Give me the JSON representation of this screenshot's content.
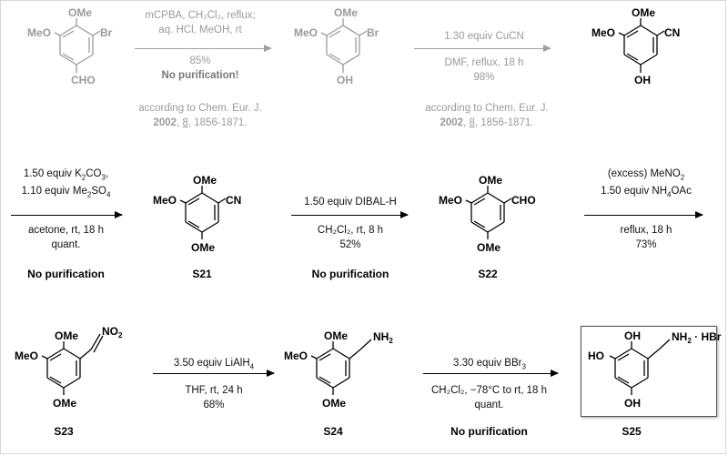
{
  "substituents": {
    "ome": "OMe",
    "meo": "MeO",
    "br": "Br",
    "cho": "CHO",
    "oh": "OH",
    "ho": "HO",
    "cn": "CN",
    "nh2": "NH",
    "no2": "NO",
    "sub2": "2",
    "hbr_tail": " · HBr"
  },
  "step1": {
    "line1": "mCPBA, CH₂Cl₂, reflux;",
    "line2": "aq. HCl, MeOH, rt",
    "yield": "85%",
    "note": "No purification!",
    "ref_pre": "according to Chem. Eur. J.",
    "ref_year": "2002",
    "ref_vol": "8",
    "ref_pages": ", 1856-1871."
  },
  "step2": {
    "line1": "1.30 equiv CuCN",
    "line2": "DMF, reflux, 18 h",
    "yield": "98%",
    "ref_pre": "according to Chem. Eur. J.",
    "ref_year": "2002",
    "ref_vol": "8",
    "ref_pages": ", 1856-1871."
  },
  "step3": {
    "line1a": "1.50 equiv K",
    "line1b": "CO",
    "line2a": "1.10 equiv Me",
    "line2b": "SO",
    "line3": "acetone, rt, 18 h",
    "yield": "quant.",
    "note": "No purification"
  },
  "step4": {
    "line1": "1.50 equiv DIBAL-H",
    "line2": "CH₂Cl₂, rt, 8 h",
    "yield": "52%",
    "note": "No purification"
  },
  "step5": {
    "line1a": "(excess) MeNO",
    "line2a": "1.50 equiv NH",
    "line2b": "OAc",
    "line3": "reflux, 18 h",
    "yield": "73%"
  },
  "step6": {
    "line1a": "3.50 equiv LiAlH",
    "line2": "THF, rt, 24 h",
    "yield": "68%"
  },
  "step7": {
    "line1a": "3.30 equiv BBr",
    "line2": "CH₂Cl₂, −78°C to rt, 18 h",
    "yield": "quant.",
    "note": "No purification"
  },
  "compounds": {
    "s21": "S21",
    "s22": "S22",
    "s23": "S23",
    "s24": "S24",
    "s25": "S25"
  }
}
